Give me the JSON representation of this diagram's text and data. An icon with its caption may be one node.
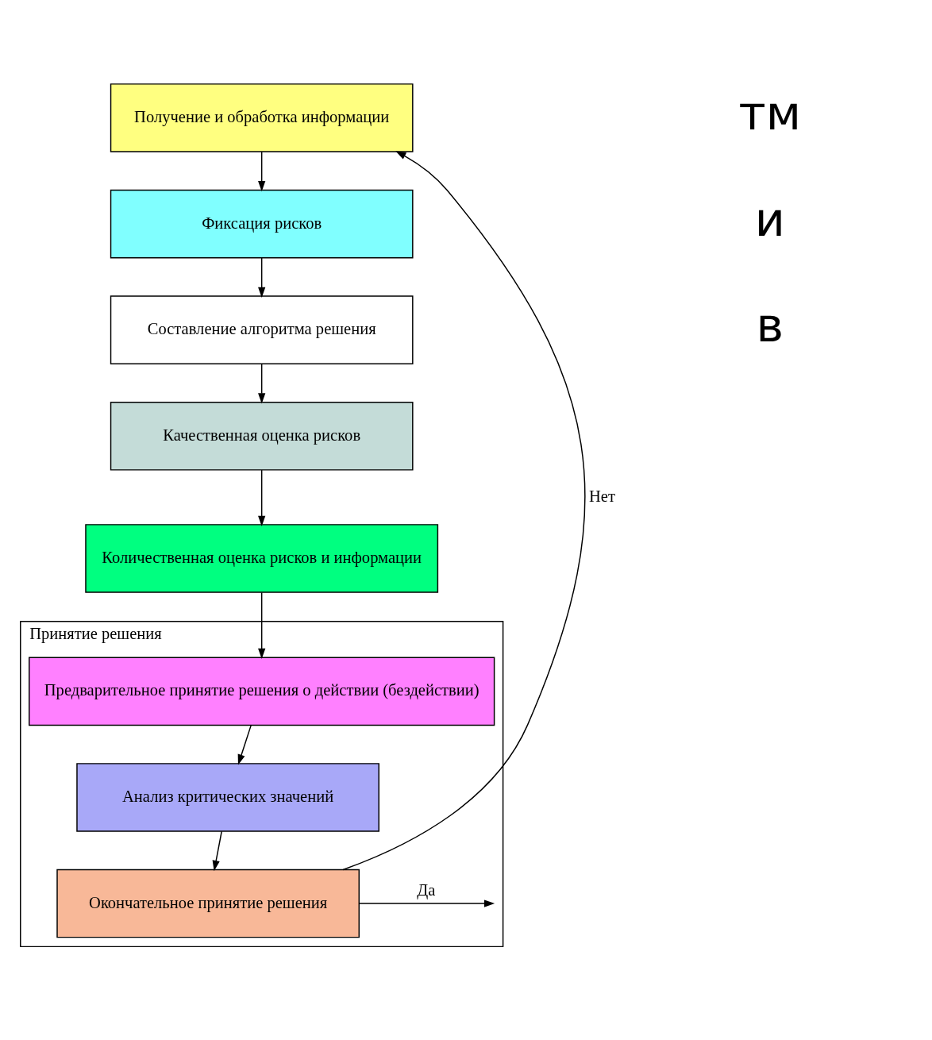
{
  "diagram": {
    "nodes": [
      {
        "text": [
          "Получение и обработка информации"
        ]
      },
      {
        "text": [
          "Фиксация рисков"
        ]
      },
      {
        "text": [
          "Составление алгоритма решения"
        ]
      },
      {
        "text": [
          "Качественная оценка рисков"
        ]
      },
      {
        "text": [
          "Количественная оценка рисков и информации"
        ]
      },
      {
        "text": [
          "Принятие решения"
        ]
      },
      {
        "text": [
          "Предварительное принятие решения о действии (бездействии)"
        ],
        "in": 5
      },
      {
        "text": [
          "Анализ критических значений"
        ],
        "in": 5
      },
      {
        "text": [
          "Окончательное принятие решения"
        ],
        "in": 5
      }
    ],
    "edges": [
      {
        "from": 0,
        "to": 1,
        "arrow": "to"
      },
      {
        "from": 1,
        "to": 2,
        "arrow": "to"
      },
      {
        "from": 2,
        "to": 3,
        "arrow": "to"
      },
      {
        "from": 3,
        "to": 4,
        "arrow": "to"
      },
      {
        "from": 4,
        "to": 6,
        "arrow": "to"
      },
      {
        "from": 6,
        "to": 7,
        "arrow": "to"
      },
      {
        "from": 7,
        "to": 8,
        "arrow": "to"
      },
      {
        "from": 8,
        "to": null,
        "arrow": "to",
        "label": "Да"
      },
      {
        "from": 8,
        "to": 0,
        "arrow": "to",
        "label": "Нет"
      }
    ],
    "labels": [
      "тм",
      "и",
      "в"
    ]
  }
}
